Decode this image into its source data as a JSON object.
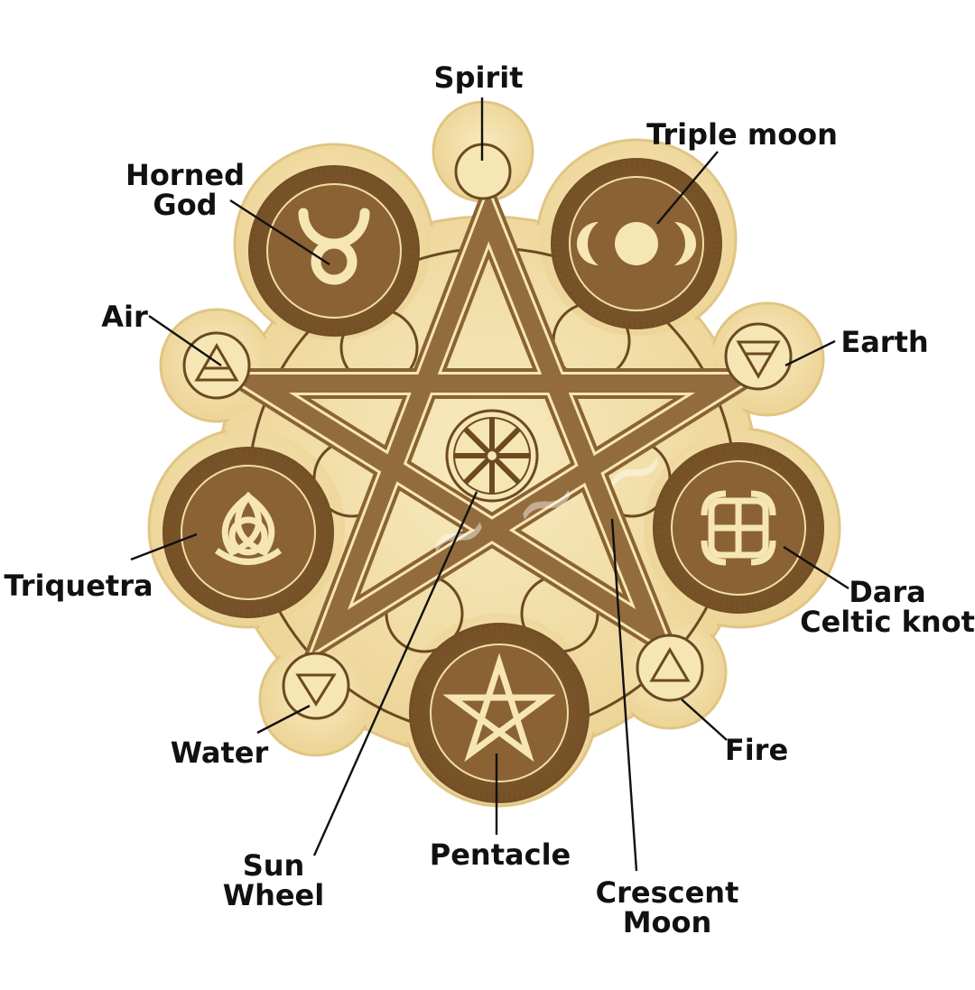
{
  "labels": {
    "spirit": "Spirit",
    "triple_moon": "Triple moon",
    "horned_god_line1": "Horned",
    "horned_god_line2": "God",
    "air": "Air",
    "earth": "Earth",
    "triquetra": "Triquetra",
    "dara_line1": "Dara",
    "dara_line2": "Celtic knot",
    "water": "Water",
    "fire": "Fire",
    "sun_wheel_line1": "Sun",
    "sun_wheel_line2": "Wheel",
    "pentacle": "Pentacle",
    "crescent_moon_line1": "Crescent",
    "crescent_moon_line2": "Moon"
  },
  "colors": {
    "wood": "#f3dfa6",
    "wood_light": "#f8ebc0",
    "engraving": "#8a6233",
    "engraving_dark": "#5e3f1c",
    "label_text": "#111111"
  }
}
